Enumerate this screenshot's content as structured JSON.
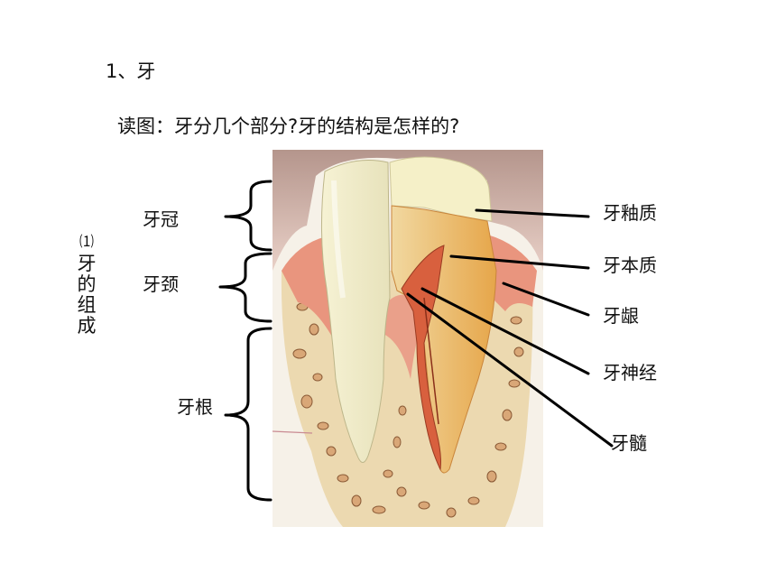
{
  "title": "1、牙",
  "question": "读图：牙分几个部分?牙的结构是怎样的?",
  "composition": {
    "number": "⑴",
    "text": "牙的组成"
  },
  "parts": {
    "crown": "牙冠",
    "neck": "牙颈",
    "root": "牙根"
  },
  "structures": {
    "enamel": "牙釉质",
    "dentin": "牙本质",
    "gum": "牙龈",
    "nerve": "牙神经",
    "pulp": "牙髓"
  }
}
